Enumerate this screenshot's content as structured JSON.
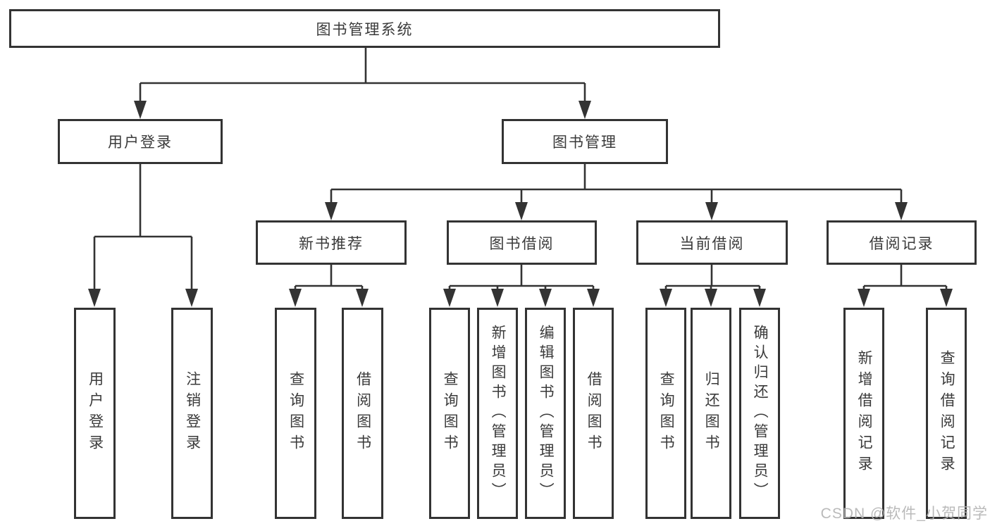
{
  "tree": {
    "root": {
      "label": "图书管理系统"
    },
    "level2": [
      {
        "label": "用户登录",
        "children": [
          {
            "label": "用户登录"
          },
          {
            "label": "注销登录"
          }
        ]
      },
      {
        "label": "图书管理",
        "children": [
          {
            "label": "新书推荐",
            "children": [
              {
                "label": "查询图书"
              },
              {
                "label": "借阅图书"
              }
            ]
          },
          {
            "label": "图书借阅",
            "children": [
              {
                "label": "查询图书"
              },
              {
                "label": "新增图书（管理员）"
              },
              {
                "label": "编辑图书（管理员）"
              },
              {
                "label": "借阅图书"
              }
            ]
          },
          {
            "label": "当前借阅",
            "children": [
              {
                "label": "查询图书"
              },
              {
                "label": "归还图书"
              },
              {
                "label": "确认归还（管理员）"
              }
            ]
          },
          {
            "label": "借阅记录",
            "children": [
              {
                "label": "新增借阅记录"
              },
              {
                "label": "查询借阅记录"
              }
            ]
          }
        ]
      }
    ]
  },
  "watermark": {
    "text": "CSDN @软件_小贺同学"
  },
  "colors": {
    "line": "#333333",
    "text": "#3a3a3a",
    "box_background": "#ffffff",
    "watermark": "#b3b3b3",
    "background": "#ffffff"
  }
}
